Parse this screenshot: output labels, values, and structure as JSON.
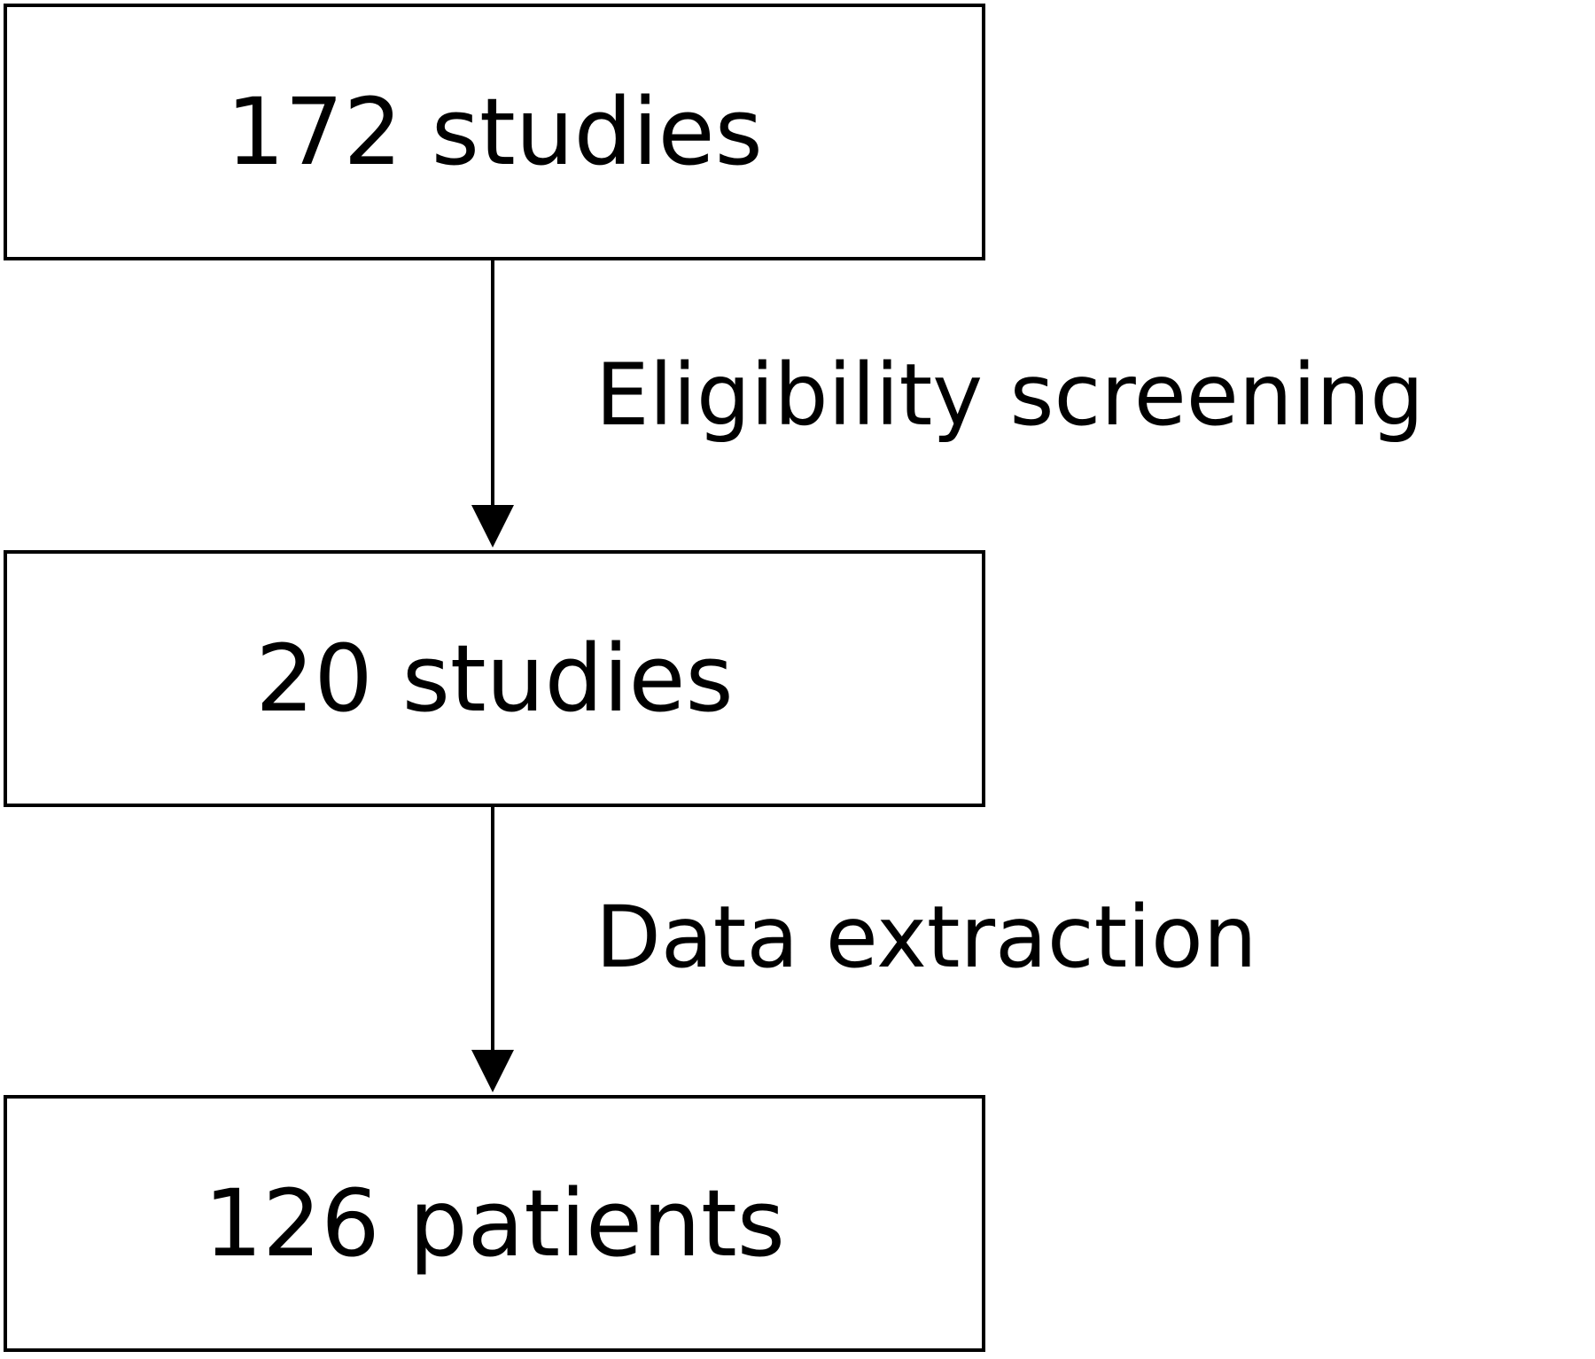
{
  "nodes": [
    {
      "id": "n1",
      "label": "172 studies"
    },
    {
      "id": "n2",
      "label": "20 studies"
    },
    {
      "id": "n3",
      "label": "126 patients"
    }
  ],
  "edges": [
    {
      "from": "n1",
      "to": "n2",
      "label": "Eligibility screening"
    },
    {
      "from": "n2",
      "to": "n3",
      "label": "Data extraction"
    }
  ],
  "colors": {
    "stroke": "#000000",
    "fill": "#ffffff",
    "text": "#000000"
  }
}
